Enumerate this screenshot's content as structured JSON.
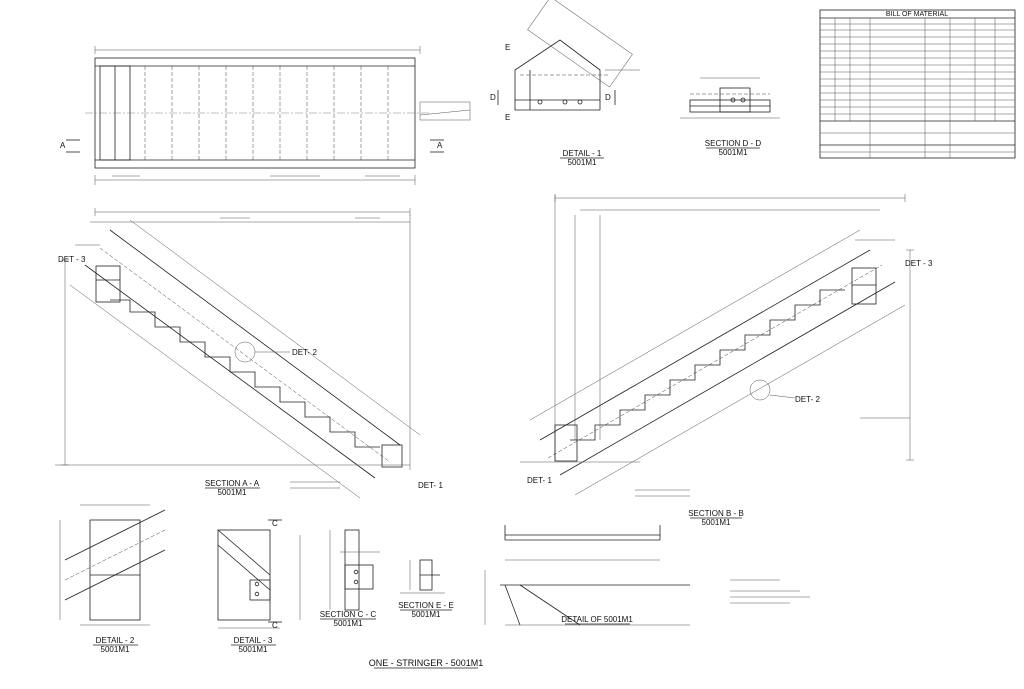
{
  "bom": {
    "title": "BILL OF MATERIAL"
  },
  "titles": {
    "detail_1": "DETAIL - 1",
    "detail_1_ref": "5001M1",
    "section_dd": "SECTION D - D",
    "section_dd_ref": "5001M1",
    "section_aa": "SECTION A - A",
    "section_aa_ref": "5001M1",
    "section_bb": "SECTION B - B",
    "section_bb_ref": "5001M1",
    "detail_2": "DETAIL - 2",
    "detail_2_ref": "5001M1",
    "detail_3": "DETAIL - 3",
    "detail_3_ref": "5001M1",
    "section_cc": "SECTION C - C",
    "section_cc_ref": "5001M1",
    "section_ee": "SECTION E - E",
    "section_ee_ref": "5001M1",
    "detail_of": "DETAIL OF 5001M1",
    "main": "ONE - STRINGER - 5001M1"
  },
  "callouts": {
    "det1_left": "DET- 1",
    "det2_left": "DET- 2",
    "det3_left": "DET - 3",
    "det1_right": "DET- 1",
    "det2_right": "DET- 2",
    "det3_right": "DET - 3",
    "cut_a_left": "A",
    "cut_a_right": "A",
    "cut_d_left": "D",
    "cut_d_right": "D",
    "cut_e_top": "E",
    "cut_e_bottom": "E",
    "cut_c_top": "C",
    "cut_c_bottom": "C"
  }
}
